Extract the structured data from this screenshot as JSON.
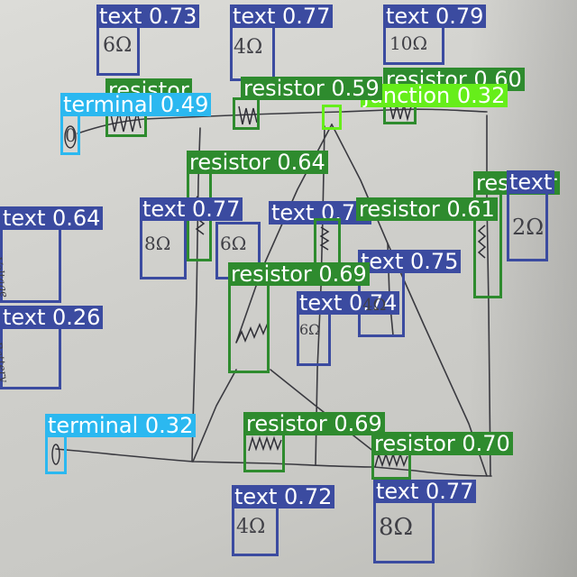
{
  "colors": {
    "text": "#3b4ba0",
    "resistor": "#2e8b2e",
    "terminal": "#2bb8f0",
    "junction": "#66ee1a"
  },
  "detections": [
    {
      "cls": "text",
      "score": "0.73",
      "sub": "6Ω"
    },
    {
      "cls": "text",
      "score": "0.77",
      "sub": "4Ω"
    },
    {
      "cls": "text",
      "score": "0.79",
      "sub": "10Ω"
    },
    {
      "cls": "resistor",
      "score": "0.60",
      "sub": ""
    },
    {
      "cls": "junction",
      "score": "0.32",
      "sub": ""
    },
    {
      "cls": "resistor",
      "score": "",
      "sub": ""
    },
    {
      "cls": "resistor",
      "score": "0.59",
      "sub": ""
    },
    {
      "cls": "terminal",
      "score": "0.49",
      "sub": "0"
    },
    {
      "cls": "resistor",
      "score": "0.64",
      "sub": ""
    },
    {
      "cls": "resistor",
      "score": "",
      "sub": ""
    },
    {
      "cls": "text",
      "score": "",
      "sub": "2Ω"
    },
    {
      "cls": "text",
      "score": "0.77",
      "sub": "8Ω"
    },
    {
      "cls": "text",
      "score": "0.73",
      "sub": "6Ω"
    },
    {
      "cls": "resistor",
      "score": "0.61",
      "sub": ""
    },
    {
      "cls": "text",
      "score": "0.64",
      "sub": "Voltage"
    },
    {
      "cls": "text",
      "score": "0.75",
      "sub": "4Ω"
    },
    {
      "cls": "resistor",
      "score": "0.69",
      "sub": ""
    },
    {
      "cls": "text",
      "score": "0.74",
      "sub": "6Ω"
    },
    {
      "cls": "text",
      "score": "0.26",
      "sub": "Battery"
    },
    {
      "cls": "terminal",
      "score": "0.32",
      "sub": ""
    },
    {
      "cls": "resistor",
      "score": "0.69",
      "sub": ""
    },
    {
      "cls": "resistor",
      "score": "0.70",
      "sub": ""
    },
    {
      "cls": "text",
      "score": "0.72",
      "sub": "4Ω"
    },
    {
      "cls": "text",
      "score": "0.77",
      "sub": "8Ω"
    }
  ]
}
